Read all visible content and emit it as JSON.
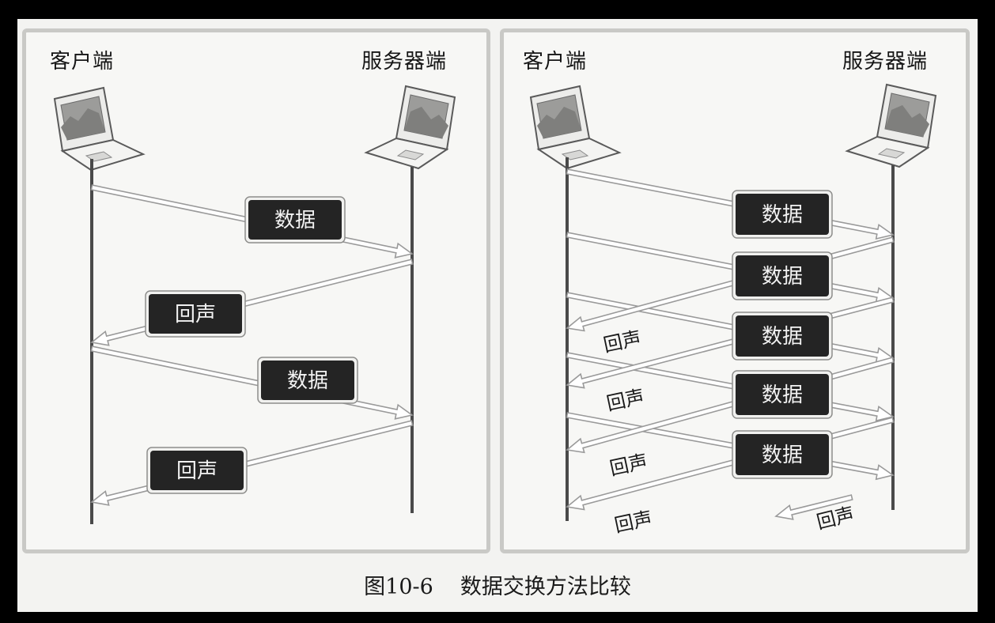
{
  "left_panel": {
    "client_label": "客户端",
    "server_label": "服务器端",
    "data_label": "数据",
    "echo_label": "回声"
  },
  "right_panel": {
    "client_label": "客户端",
    "server_label": "服务器端",
    "data_label": "数据",
    "echo_label": "回声"
  },
  "caption": {
    "number": "图10-6",
    "title": "数据交换方法比较"
  },
  "colors": {
    "chip_fill": "#242424",
    "panel_border": "#c9c9c6",
    "lifeline": "#4a4a4a",
    "arrow_outline": "#9a9a9a"
  },
  "icons": [
    "laptop-icon"
  ]
}
